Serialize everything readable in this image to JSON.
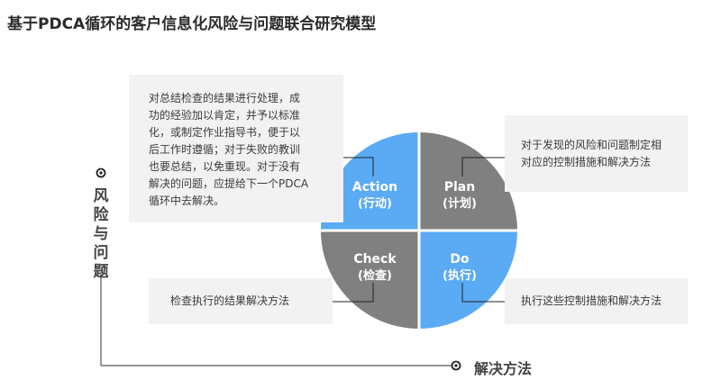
{
  "title": "基于PDCA循环的客户信息化风险与问题联合研究模型",
  "axes": {
    "vertical_label": "风险与问题",
    "horizontal_label": "解决方法"
  },
  "quadrants": {
    "action": {
      "name": "Action",
      "cn": "(行动)",
      "color": "#5aaaf4"
    },
    "plan": {
      "name": "Plan",
      "cn": "(计划)",
      "color": "#808080"
    },
    "check": {
      "name": "Check",
      "cn": "(检查)",
      "color": "#808080"
    },
    "do": {
      "name": "Do",
      "cn": "(执行)",
      "color": "#5aaaf4"
    }
  },
  "descriptions": {
    "action": [
      "对总结检查的结果进行处理，成",
      "功的经验加以肯定，并予以标准",
      "化，或制定作业指导书，便于以",
      "后工作时遵循；对于失败的教训",
      "也要总结，以免重现。对于没有",
      "解决的问题，应提给下一个PDCA",
      "循环中去解决。"
    ],
    "plan": [
      "对于发现的风险和问题制定相",
      "对应的控制措施和解决方法"
    ],
    "check": [
      "检查执行的结果解决方法"
    ],
    "do": [
      "执行这些控制措施和解决方法"
    ]
  }
}
